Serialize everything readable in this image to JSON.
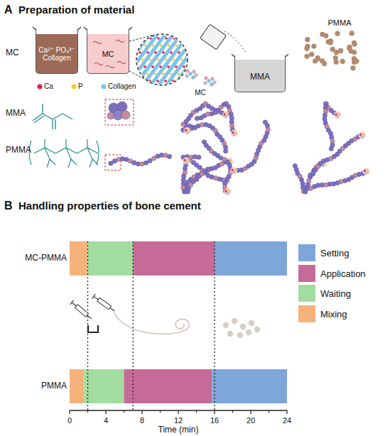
{
  "diagram": {
    "nodes": [
      {
        "text": [
          "Ca²⁺ PO₄³⁻ Collagen"
        ]
      },
      {
        "text": [
          "MC"
        ]
      },
      {
        "text": [
          "MMA"
        ]
      }
    ],
    "labels": [
      "A",
      "Preparation of material",
      "MC",
      "Ca",
      "P",
      "Collagen",
      "MC",
      "PMMA",
      "MMA",
      "PMMA",
      "B",
      "Handling properties of bone cement",
      "MC-PMMA",
      "PMMA",
      "0",
      "4",
      "8",
      "12",
      "16",
      "20",
      "24",
      "Time (min)"
    ],
    "legend": [
      {
        "text": "Setting",
        "color": "#7ea6d8"
      },
      {
        "text": "Application",
        "color": "#c66b98"
      },
      {
        "text": "Waiting",
        "color": "#a3dca0"
      },
      {
        "text": "Mixing",
        "color": "#f5b27a"
      }
    ]
  }
}
